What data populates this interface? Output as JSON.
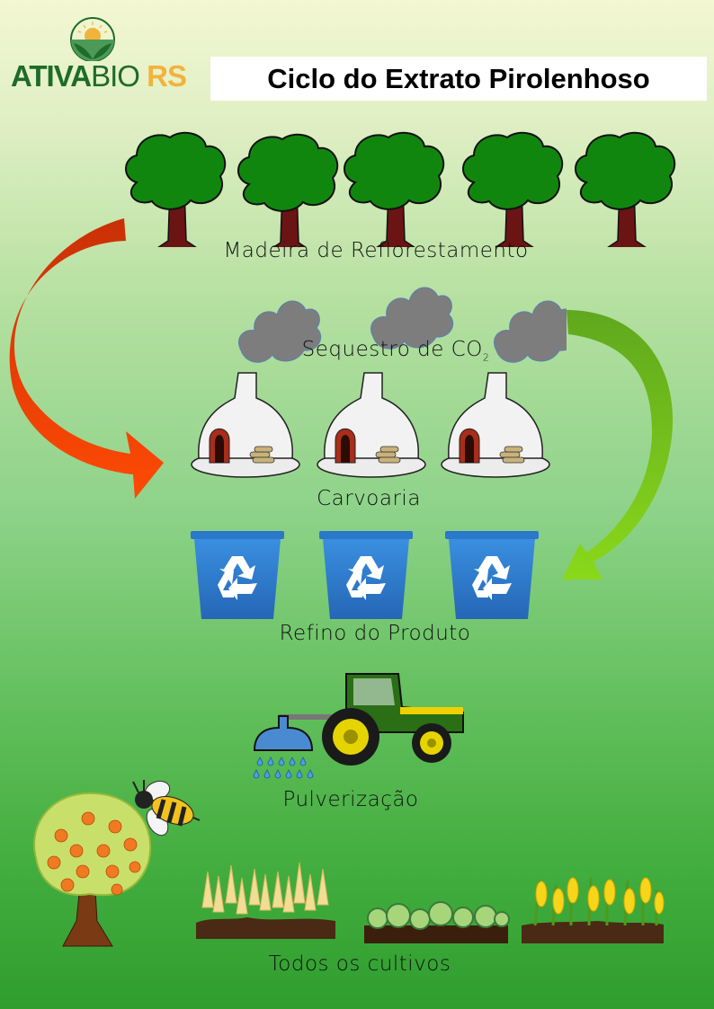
{
  "logo": {
    "part1": "ATIVA",
    "part2": "BIO",
    "part3": "RS"
  },
  "title": "Ciclo do Extrato Pirolenhoso",
  "labels": {
    "wood": "Madeira de Reflorestamento",
    "co2_main": "Sequestro de CO",
    "co2_sub": "2",
    "kiln": "Carvoaria",
    "refine": "Refino do Produto",
    "spray": "Pulverização",
    "crops": "Todos os cultivos"
  },
  "colors": {
    "logo_green": "#1e6b2a",
    "logo_orange": "#f2b33d",
    "red_arrow": "#e23a0a",
    "green_arrow": "#7cc520",
    "bin_blue": "#2d7fd0"
  }
}
